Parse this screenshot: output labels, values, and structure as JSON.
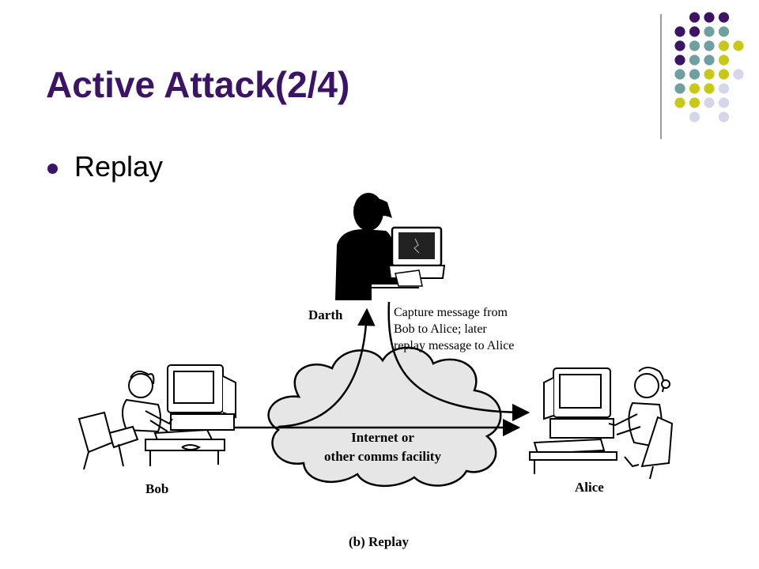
{
  "slide": {
    "title": "Active Attack(2/4)",
    "bullet": "Replay"
  },
  "diagram": {
    "darth_label": "Darth",
    "capture_note": [
      "Capture message from",
      "Bob to Alice; later",
      "replay message to Alice"
    ],
    "cloud_label": [
      "Internet or",
      "other comms facility"
    ],
    "bob_label": "Bob",
    "alice_label": "Alice",
    "caption": "(b) Replay"
  },
  "theme": {
    "title_color": "#3c1466",
    "dot_purple": "#3c1466",
    "dot_teal": "#6f9fa0",
    "dot_yellow": "#c8c818",
    "dot_lavender": "#d6d6ea",
    "cloud_fill": "#e6e6e6"
  }
}
